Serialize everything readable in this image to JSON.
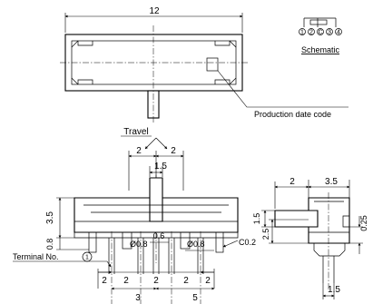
{
  "labels": {
    "schematic": "Schematic",
    "production_date_code": "Production date code",
    "travel": "Travel",
    "terminal_no": "Terminal No.",
    "terminal_no_mark": "1",
    "pin_labels": [
      "1",
      "2",
      "C",
      "3",
      "4"
    ]
  },
  "dimensions": {
    "top_width": "12",
    "travel_left": "2",
    "travel_right": "2",
    "actuator_width": "1.5",
    "height_total": "3.5",
    "base_height": "0.8",
    "pin_dia_left": "0.8",
    "pin_pitch": "0.6",
    "pin_dia_right": "0.8",
    "chamfer": "C0.2",
    "bottom_seg": [
      "2",
      "2",
      "2",
      "2",
      "2"
    ],
    "bottom_total_left": "3",
    "bottom_total_right": "5",
    "side_width_left": "2",
    "side_width_right": "3.5",
    "side_actuator_height": "1.5",
    "side_body_height": "2.5",
    "side_thickness": "0.25",
    "side_pin_width": "1.5"
  }
}
